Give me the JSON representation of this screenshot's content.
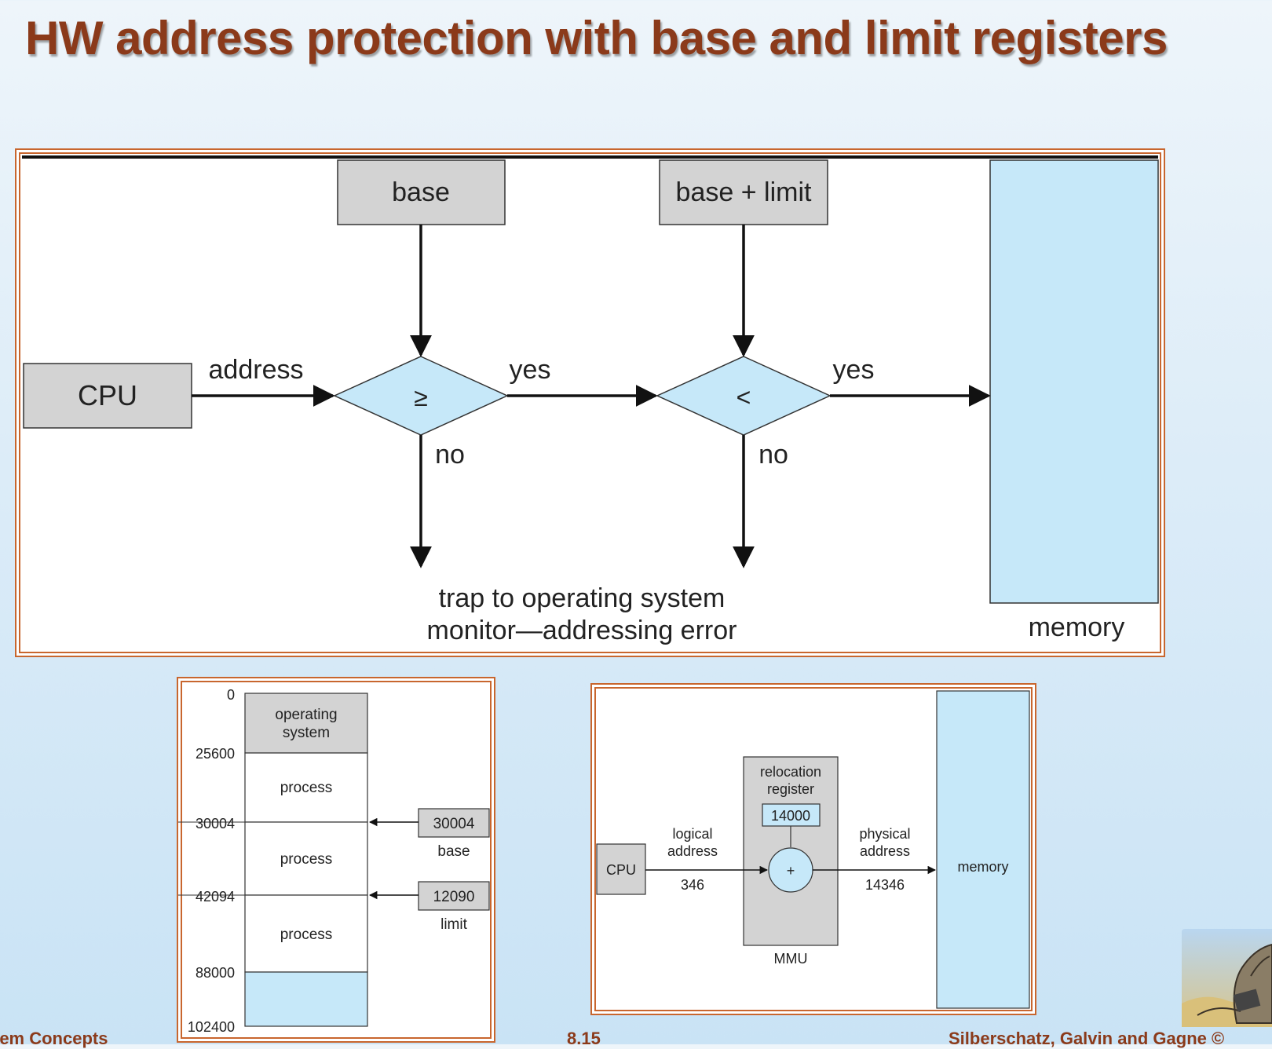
{
  "title": "HW address protection with base and limit registers",
  "main_diagram": {
    "cpu": "CPU",
    "address": "address",
    "base": "base",
    "base_limit": "base + limit",
    "ge": "≥",
    "lt": "<",
    "yes1": "yes",
    "yes2": "yes",
    "no1": "no",
    "no2": "no",
    "trap_line1": "trap to operating system",
    "trap_line2": "monitor—addressing error",
    "memory": "memory"
  },
  "memory_layout": {
    "addresses": [
      "0",
      "25600",
      "30004",
      "42094",
      "88000",
      "102400"
    ],
    "os_line1": "operating",
    "os_line2": "system",
    "process1": "process",
    "process2": "process",
    "process3": "process",
    "base_value": "30004",
    "base_label": "base",
    "limit_value": "12090",
    "limit_label": "limit"
  },
  "relocation_diagram": {
    "cpu": "CPU",
    "logical_line1": "logical",
    "logical_line2": "address",
    "logical_value": "346",
    "reg_line1": "relocation",
    "reg_line2": "register",
    "reg_value": "14000",
    "plus": "+",
    "physical_line1": "physical",
    "physical_line2": "address",
    "physical_value": "14346",
    "mmu": "MMU",
    "memory": "memory"
  },
  "footer": {
    "left": "tem Concepts",
    "center": "8.15",
    "right": "Silberschatz, Galvin and Gagne ©"
  },
  "colors": {
    "title": "#8b3a1a",
    "frame_border": "#c8662e",
    "register_gray": "#d3d3d3",
    "light_blue": "#c6e8f9"
  }
}
